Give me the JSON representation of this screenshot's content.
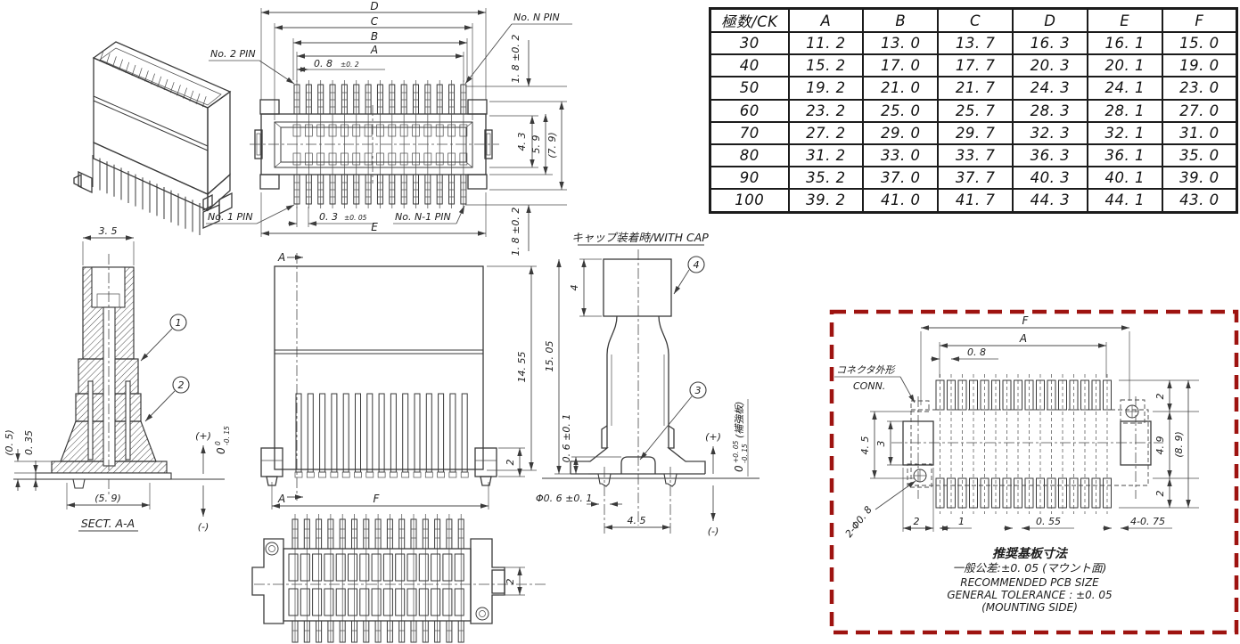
{
  "colors": {
    "line": "#3a3a3a",
    "red_border": "#9e1310",
    "background": "#ffffff"
  },
  "table": {
    "headers": [
      "極数/CK",
      "A",
      "B",
      "C",
      "D",
      "E",
      "F"
    ],
    "rows": [
      [
        "30",
        "11. 2",
        "13. 0",
        "13. 7",
        "16. 3",
        "16. 1",
        "15. 0"
      ],
      [
        "40",
        "15. 2",
        "17. 0",
        "17. 7",
        "20. 3",
        "20. 1",
        "19. 0"
      ],
      [
        "50",
        "19. 2",
        "21. 0",
        "21. 7",
        "24. 3",
        "24. 1",
        "23. 0"
      ],
      [
        "60",
        "23. 2",
        "25. 0",
        "25. 7",
        "28. 3",
        "28. 1",
        "27. 0"
      ],
      [
        "70",
        "27. 2",
        "29. 0",
        "29. 7",
        "32. 3",
        "32. 1",
        "31. 0"
      ],
      [
        "80",
        "31. 2",
        "33. 0",
        "33. 7",
        "36. 3",
        "36. 1",
        "35. 0"
      ],
      [
        "90",
        "35. 2",
        "37. 0",
        "37. 7",
        "40. 3",
        "40. 1",
        "39. 0"
      ],
      [
        "100",
        "39. 2",
        "41. 0",
        "41. 7",
        "44. 3",
        "44. 1",
        "43. 0"
      ]
    ]
  },
  "top_view": {
    "dim_d": "D",
    "dim_c": "C",
    "dim_b": "B",
    "dim_a": "A",
    "pitch": "0. 8",
    "pitch_tol": "±0. 2",
    "pin2": "No. 2 PIN",
    "pinN": "No. N PIN",
    "pin1": "No. 1 PIN",
    "pinN1": "No. N-1 PIN",
    "lead": "0. 3",
    "lead_tol": "±0. 05",
    "dim_e": "E",
    "tail_top": "1. 8 ±0. 2",
    "tail_bot": "1. 8 ±0. 2",
    "d43": "4. 3",
    "d59": "5. 9",
    "d79": "(7. 9)"
  },
  "section_view": {
    "title": "SECT. A-A",
    "d35": "3. 5",
    "d05": "(0. 5)",
    "d035": "0. 35",
    "d59": "(5. 9)",
    "b1": "1",
    "b2": "2",
    "plus": "(+)",
    "minus": "(-)",
    "tol_nom": "0",
    "tol_up": "0",
    "tol_dn": "-0. 15"
  },
  "front_view": {
    "d1455": "14. 55",
    "d2": "2",
    "dim_f": "F",
    "sec_a": "A"
  },
  "bottom_view": {
    "d2": "2"
  },
  "cap_view": {
    "title": "キャップ装着時/WITH CAP",
    "d4": "4",
    "d1505": "15. 05",
    "d06": "0. 6 ±0. 1",
    "b3": "3",
    "b4": "4",
    "phi": "Φ0. 6 ±0. 1",
    "d45": "4. 5",
    "plus": "(+)",
    "minus": "(-)",
    "tol_nom": "0",
    "tol_up": "+0. 05",
    "tol_dn": "-0. 15",
    "tol_note": "(補強板)"
  },
  "pcb_view": {
    "dim_f": "F",
    "dim_a": "A",
    "p08": "0. 8",
    "conn_jp": "コネクタ外形",
    "conn_en": "CONN.",
    "d45": "4. 5",
    "d3": "3",
    "d2r_top": "2",
    "d49": "4. 9",
    "d89": "(8. 9)",
    "d2r_bot": "2",
    "holes": "2-Φ0. 8",
    "d2b": "2",
    "d1": "1",
    "d055": "0. 55",
    "d4075": "4-0. 75",
    "note_jp1": "推奨基板寸法",
    "note_jp2": "一般公差:±0. 05 (マウント面)",
    "note_en1": "RECOMMENDED PCB SIZE",
    "note_en2": "GENERAL TOLERANCE : ±0. 05",
    "note_en3": "(MOUNTING SIDE)"
  }
}
